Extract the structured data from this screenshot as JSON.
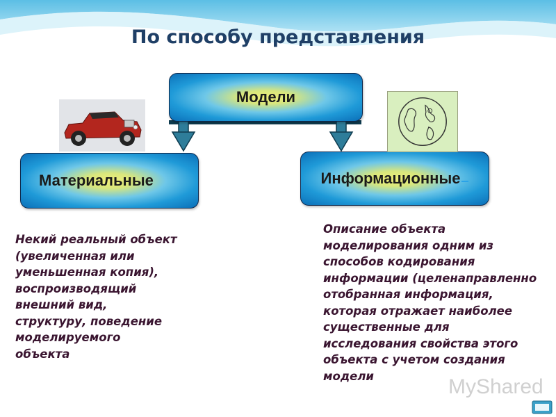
{
  "title": "По способу представления",
  "nodes": {
    "models": "Модели",
    "material": "Материальные",
    "information": "Информационные"
  },
  "descriptions": {
    "material": "Некий реальный объект (увеличенная или уменьшенная копия), воспроизводящий внешний вид, структуру, поведение моделируемого объекта",
    "information": "Описание объекта моделирования одним из способов кодирования информации (целенаправленно отобранная информация, которая отражает наиболее существенные для исследования свойства этого объекта с учетом создания модели"
  },
  "watermark": "MyShared",
  "colors": {
    "title": "#1f3f66",
    "box_center": "#f1ef7a",
    "box_edge": "#0b6fb8",
    "description_text": "#3a1530",
    "arrow": "#2e7d9a"
  },
  "icons": [
    "car-image",
    "globe-image",
    "arrow-down-icon"
  ]
}
